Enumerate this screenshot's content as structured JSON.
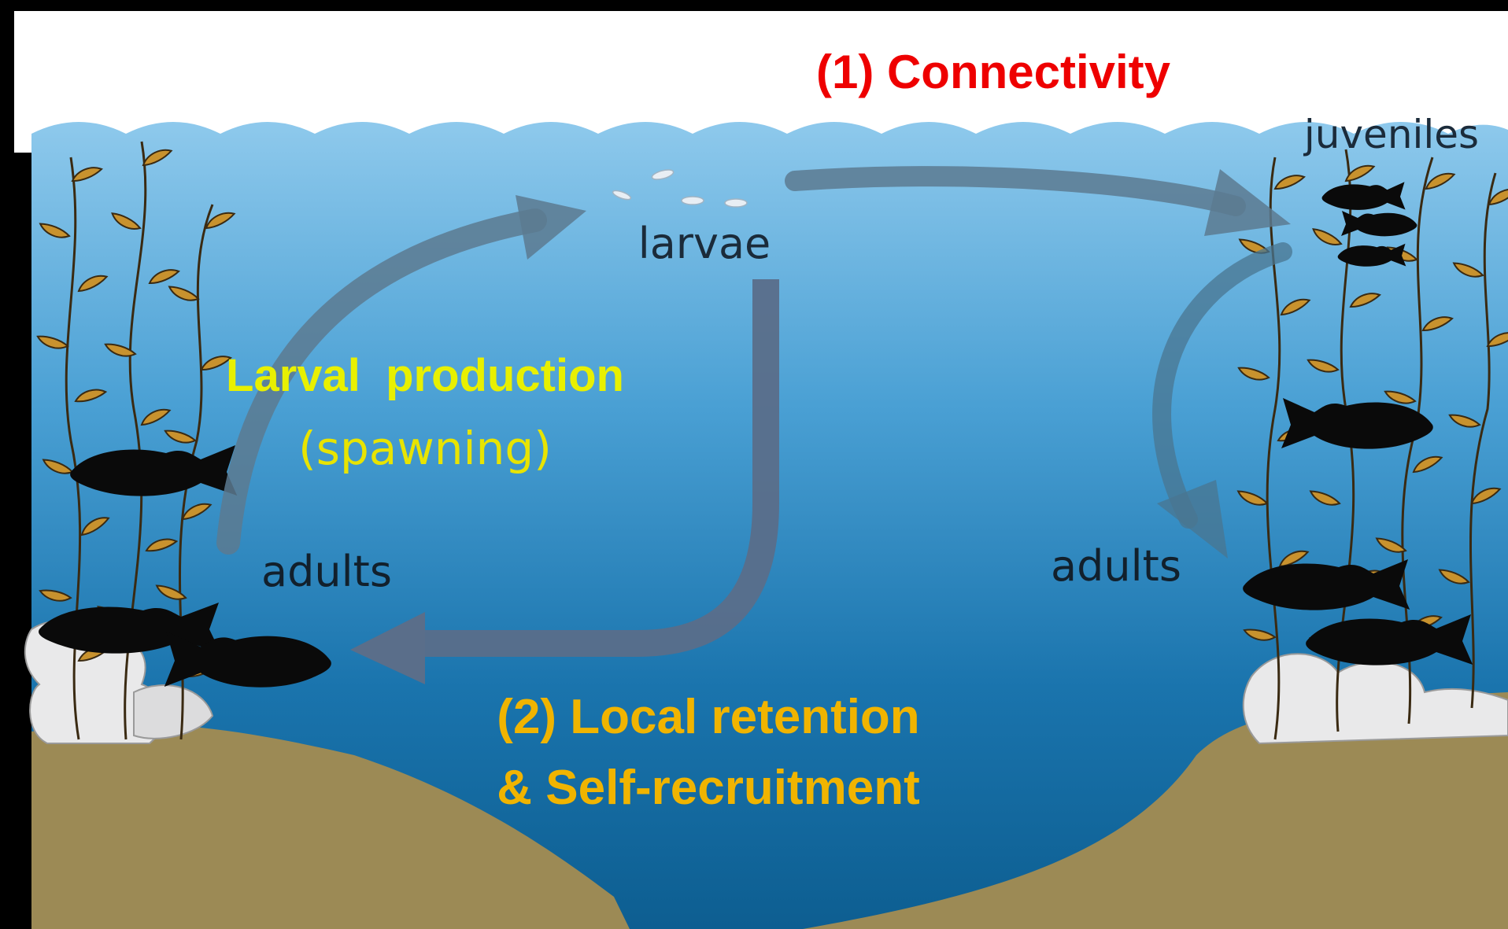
{
  "labels": {
    "connectivity": "(1) Connectivity",
    "juveniles": "juveniles",
    "larvae": "larvae",
    "larval_production": "Larval  production",
    "spawning": "(spawning)",
    "adults_left": "adults",
    "adults_right": "adults",
    "local_retention_line1": "(2) Local retention",
    "local_retention_line2": "& Self-recruitment"
  },
  "colors": {
    "sky": "#ffffff",
    "water_top": "#8ec9ec",
    "water_bottom": "#0d5e91",
    "sand": "#9c8a55",
    "connectivity_text": "#ee0000",
    "larval_production_text": "#e8f000",
    "spawning_text": "#e8e400",
    "retention_text": "#f0b400",
    "arrow_gray": "#5c7a90",
    "arrow_dark": "#5a6e8a",
    "kelp": "#c8922e",
    "fish": "#0a0a0a",
    "rock": "#e9e9ea"
  },
  "icons": {
    "fish": "fish-icon",
    "kelp": "kelp-icon",
    "rock": "rock-icon",
    "larvae": "larvae-icon"
  }
}
